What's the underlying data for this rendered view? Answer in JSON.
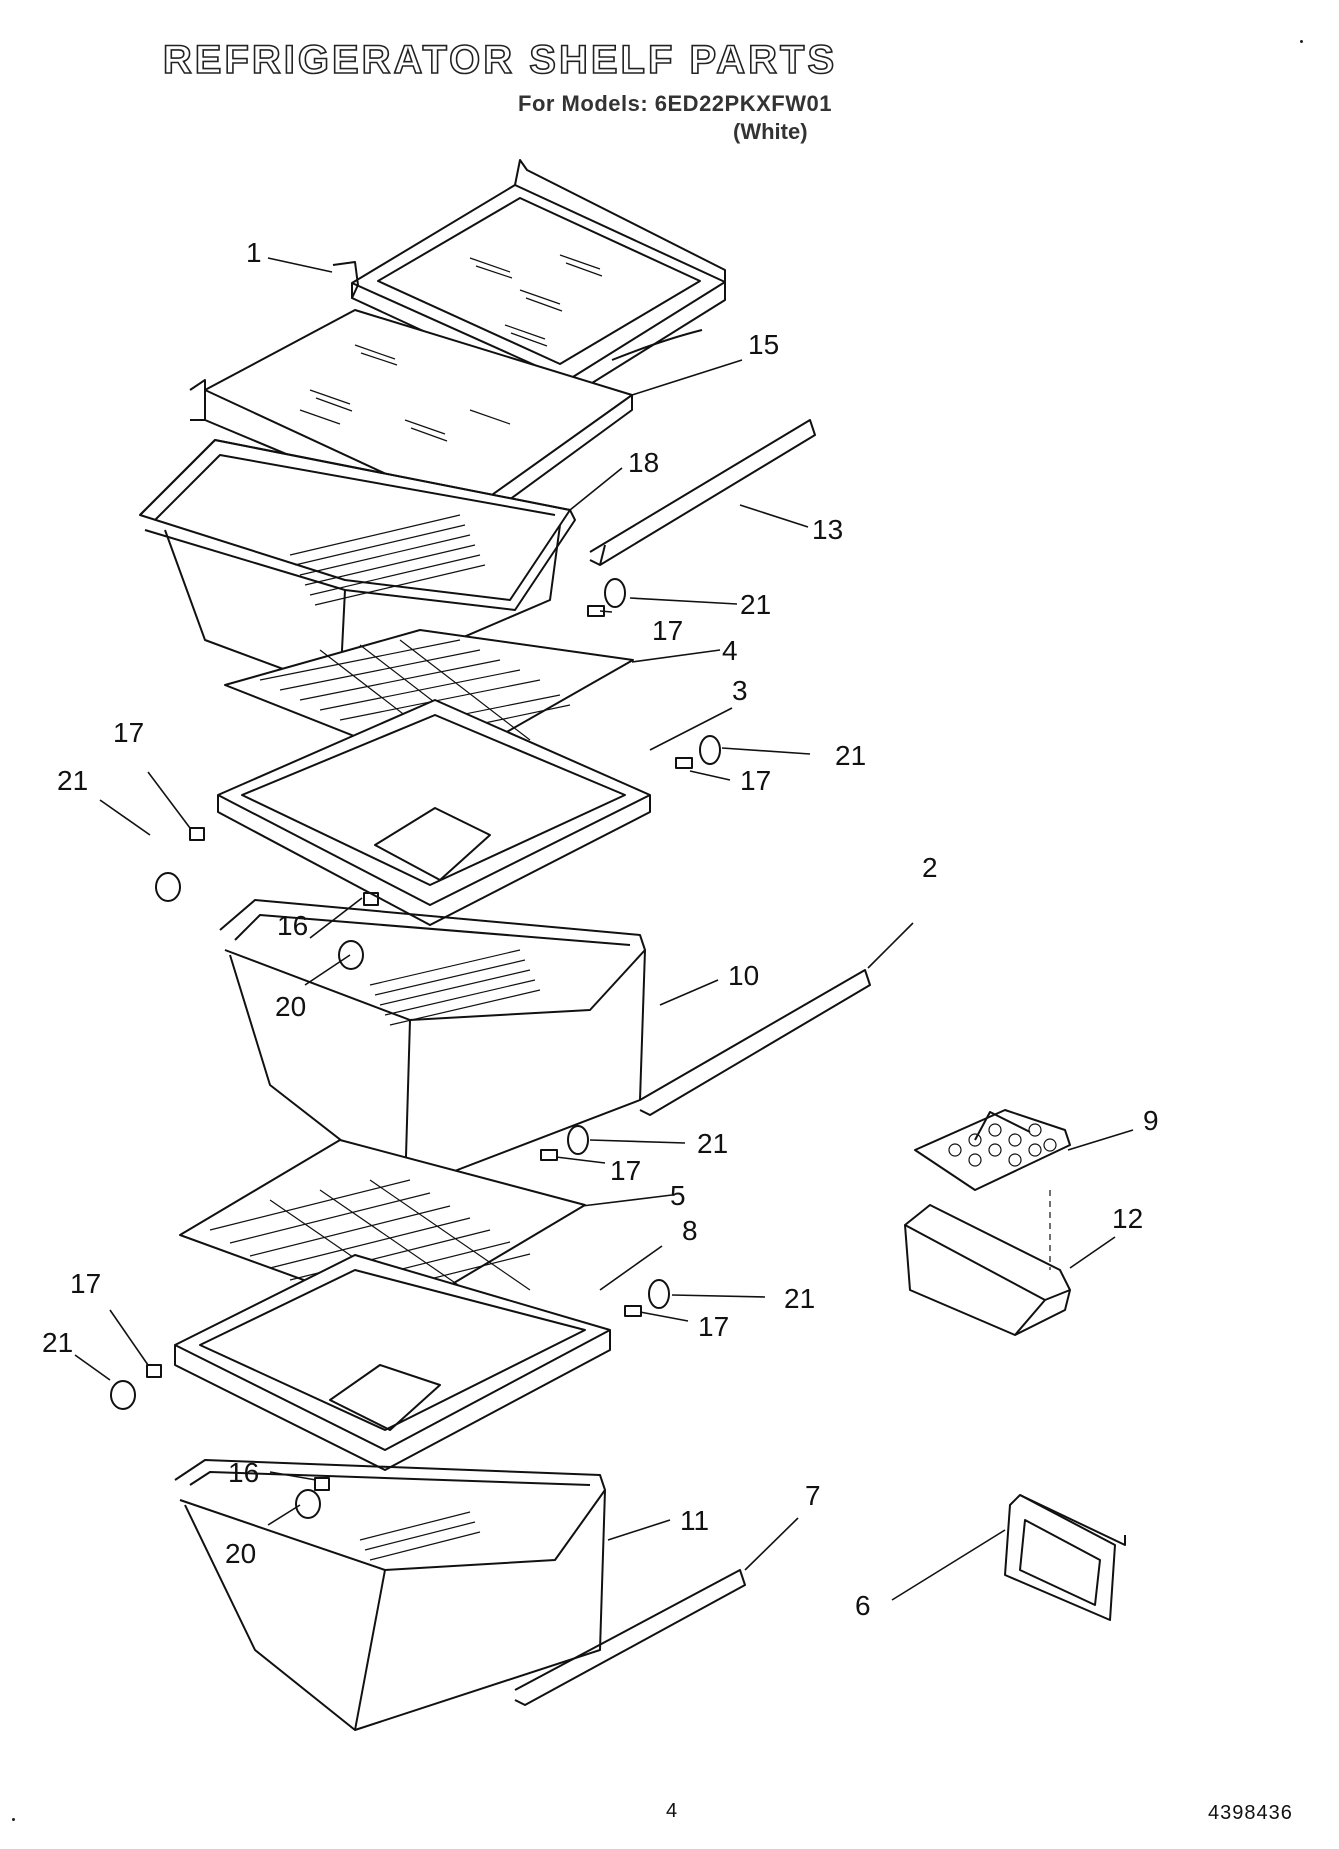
{
  "header": {
    "title": "REFRIGERATOR SHELF PARTS",
    "models_line": "For Models: 6ED22PKXFW01",
    "variant": "(White)"
  },
  "footer": {
    "page_number": "4",
    "document_number": "4398436"
  },
  "callouts": {
    "c1": "1",
    "c15": "15",
    "c18": "18",
    "c13": "13",
    "c21a": "21",
    "c17a": "17",
    "c4": "4",
    "c3": "3",
    "c21b": "21",
    "c17b": "17",
    "c17c": "17",
    "c21c": "21",
    "c16a": "16",
    "c20a": "20",
    "c2": "2",
    "c10": "10",
    "c21d": "21",
    "c17d": "17",
    "c5": "5",
    "c9": "9",
    "c12": "12",
    "c8": "8",
    "c21e": "21",
    "c17e": "17",
    "c17f": "17",
    "c21f": "21",
    "c16b": "16",
    "c20b": "20",
    "c7": "7",
    "c11": "11",
    "c6": "6"
  }
}
